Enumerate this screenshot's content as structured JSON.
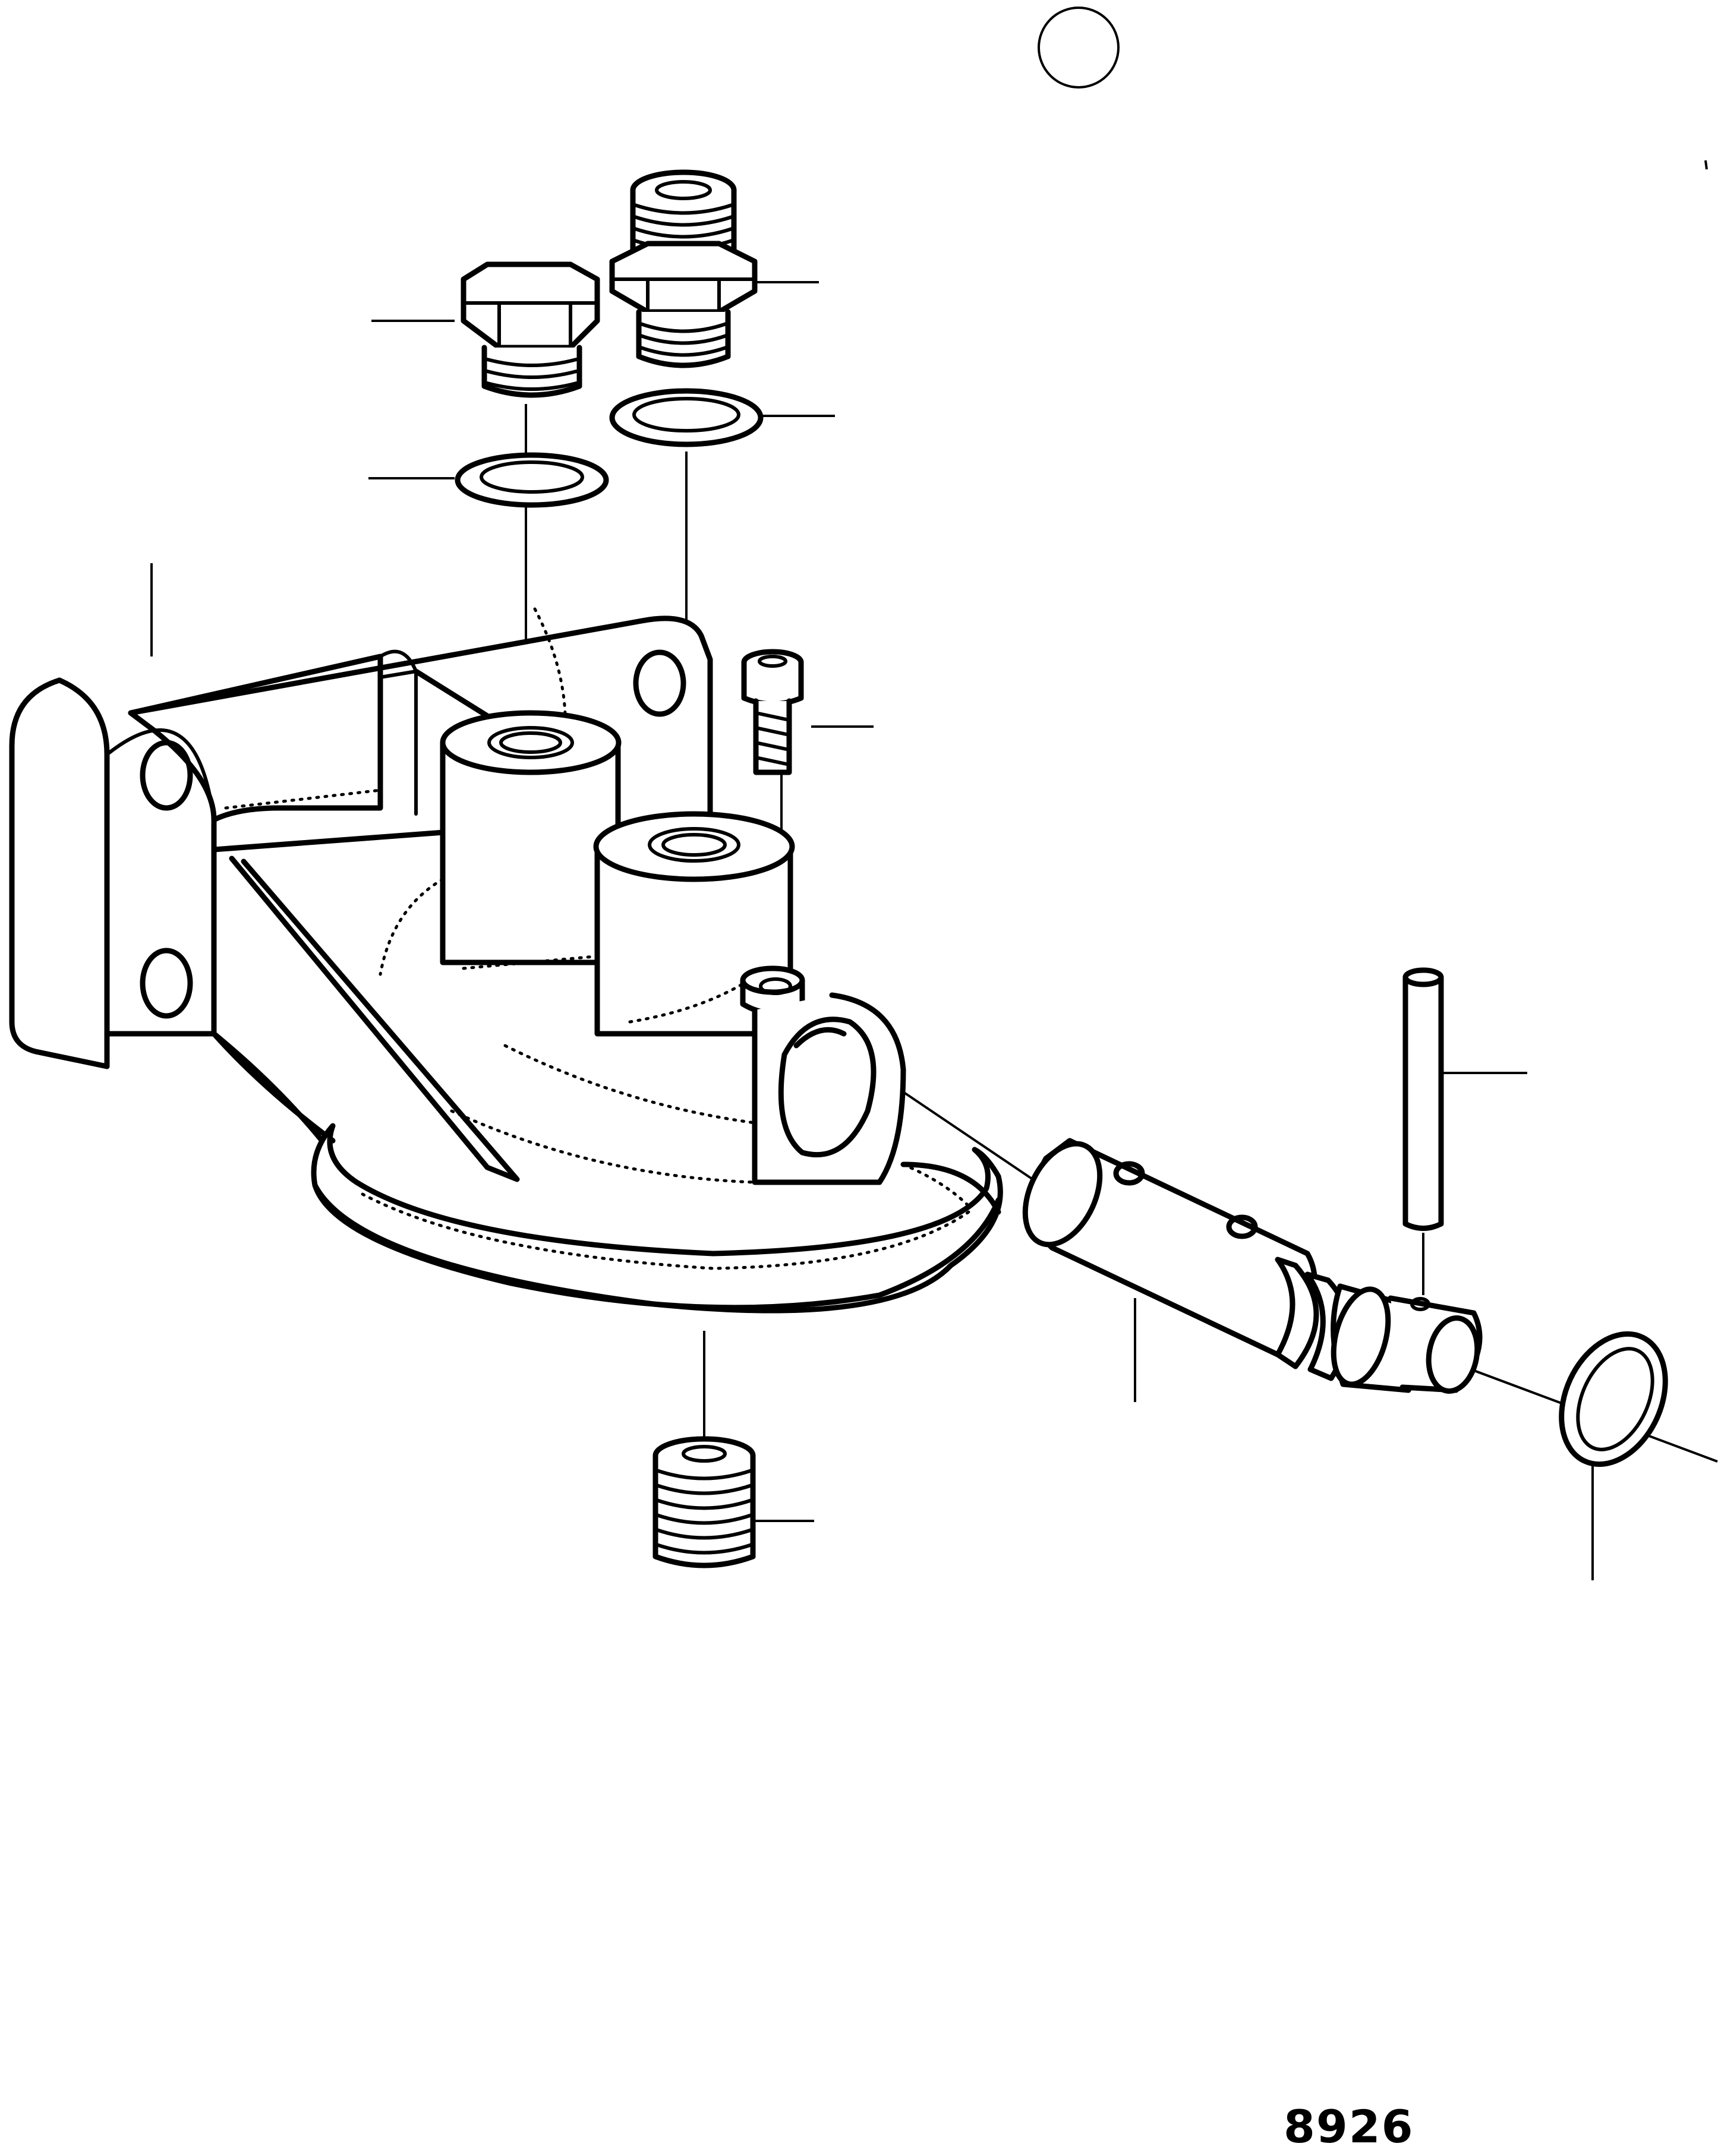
{
  "figure_number": "8926",
  "colors": {
    "ink": "#000000",
    "paper": "#ffffff"
  },
  "parts": [
    {
      "name": "marker-circle"
    },
    {
      "name": "plug-hex"
    },
    {
      "name": "sealing-washer-left"
    },
    {
      "name": "union-nipple"
    },
    {
      "name": "sealing-washer-right"
    },
    {
      "name": "filter-bracket-housing"
    },
    {
      "name": "socket-screw"
    },
    {
      "name": "threaded-nipple"
    },
    {
      "name": "valve-piston"
    },
    {
      "name": "pin"
    },
    {
      "name": "o-ring"
    }
  ]
}
